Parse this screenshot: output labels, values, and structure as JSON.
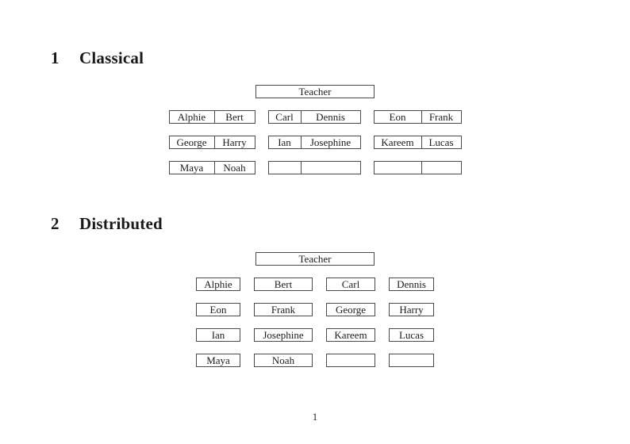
{
  "document": {
    "page_number": "1",
    "colors": {
      "background": "#ffffff",
      "ink": "#1c1c1c",
      "rule": "#4a4a4a"
    }
  },
  "classical": {
    "number": "1",
    "title": "Classical",
    "teacher_label": "Teacher",
    "rows": [
      {
        "desks": [
          {
            "left": "Alphie",
            "right": "Bert"
          },
          {
            "left": "Carl",
            "right": "Dennis"
          },
          {
            "left": "Eon",
            "right": "Frank"
          }
        ]
      },
      {
        "desks": [
          {
            "left": "George",
            "right": "Harry"
          },
          {
            "left": "Ian",
            "right": "Josephine"
          },
          {
            "left": "Kareem",
            "right": "Lucas"
          }
        ]
      },
      {
        "desks": [
          {
            "left": "Maya",
            "right": "Noah"
          },
          {
            "left": "",
            "right": ""
          },
          {
            "left": "",
            "right": ""
          }
        ]
      }
    ]
  },
  "distributed": {
    "number": "2",
    "title": "Distributed",
    "teacher_label": "Teacher",
    "rows": [
      {
        "seats": [
          "Alphie",
          "Bert",
          "Carl",
          "Dennis"
        ]
      },
      {
        "seats": [
          "Eon",
          "Frank",
          "George",
          "Harry"
        ]
      },
      {
        "seats": [
          "Ian",
          "Josephine",
          "Kareem",
          "Lucas"
        ]
      },
      {
        "seats": [
          "Maya",
          "Noah",
          "",
          ""
        ]
      }
    ]
  }
}
